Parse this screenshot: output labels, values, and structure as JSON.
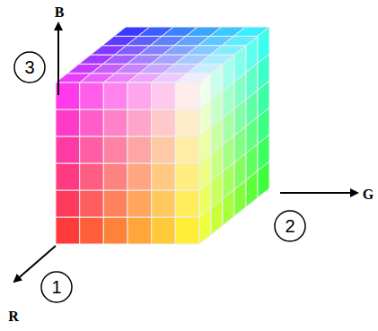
{
  "diagram": {
    "nodes": [
      {
        "text": [
          "3"
        ]
      },
      {
        "text": [
          "2"
        ]
      },
      {
        "text": [
          "1"
        ]
      }
    ],
    "labels": [
      "B",
      "G",
      "R"
    ]
  }
}
